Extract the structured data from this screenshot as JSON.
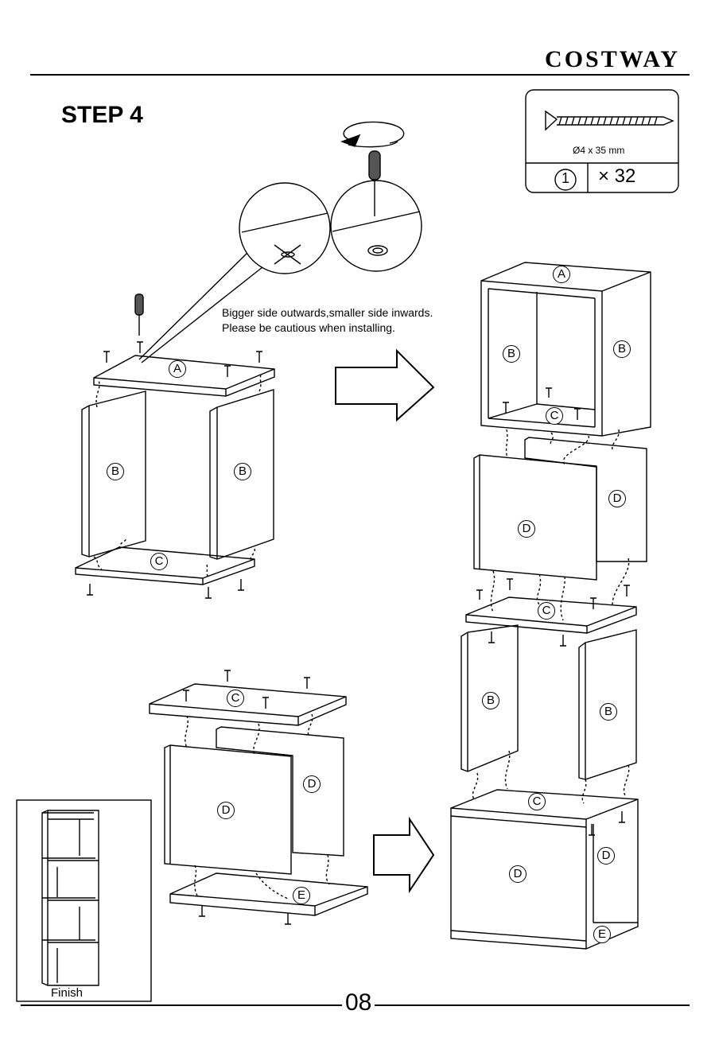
{
  "brand": "COSTWAY",
  "step_title": "STEP 4",
  "spec": {
    "part_id": "1",
    "size": "Ø4 x 35 mm",
    "quantity": "× 32"
  },
  "note": {
    "line1": "Bigger side outwards,smaller side inwards.",
    "line2": "Please be cautious when installing."
  },
  "finish_label": "Finish",
  "page_number": "08",
  "part_labels": {
    "a": "A",
    "b": "B",
    "c": "C",
    "d": "D",
    "e": "E"
  }
}
